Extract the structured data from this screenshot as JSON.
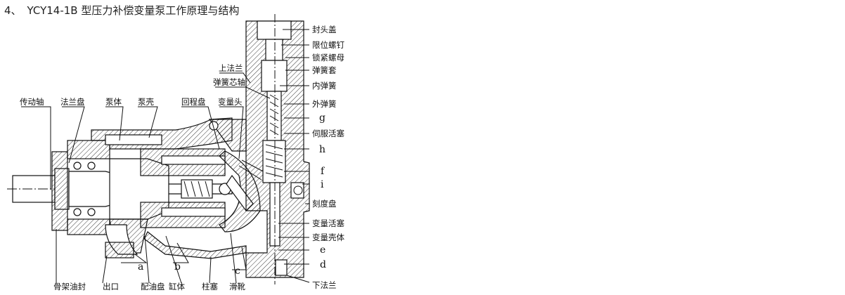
{
  "heading": {
    "number": "4、",
    "title": "YCY14-1B 型压力补偿变量泵工作原理与结构"
  },
  "labels": {
    "drive_shaft": "传动轴",
    "flange_plate": "法兰盘",
    "pump_body": "泵体",
    "pump_shell": "泵壳",
    "return_plate": "回程盘",
    "variable_head": "变量头",
    "upper_flange": "上法兰",
    "spring_core_shaft": "弹簧芯轴",
    "seal_cap": "封头盖",
    "limit_screw": "限位螺钉",
    "lock_nut": "锁紧螺母",
    "spring_sleeve": "弹簧套",
    "inner_spring": "内弹簧",
    "outer_spring": "外弹簧",
    "servo_piston": "伺服活塞",
    "dial": "刻度盘",
    "variable_piston": "变量活塞",
    "variable_housing": "变量壳体",
    "lower_flange": "下法兰",
    "skeleton_seal": "骨架油封",
    "outlet": "出口",
    "valve_plate": "配油盘",
    "cylinder": "缸体",
    "plunger": "柱塞",
    "slipper": "滑靴"
  },
  "letters": {
    "g": "g",
    "h": "h",
    "f": "f",
    "i": "i",
    "e": "e",
    "d": "d",
    "a": "a",
    "b": "b",
    "c": "c"
  }
}
